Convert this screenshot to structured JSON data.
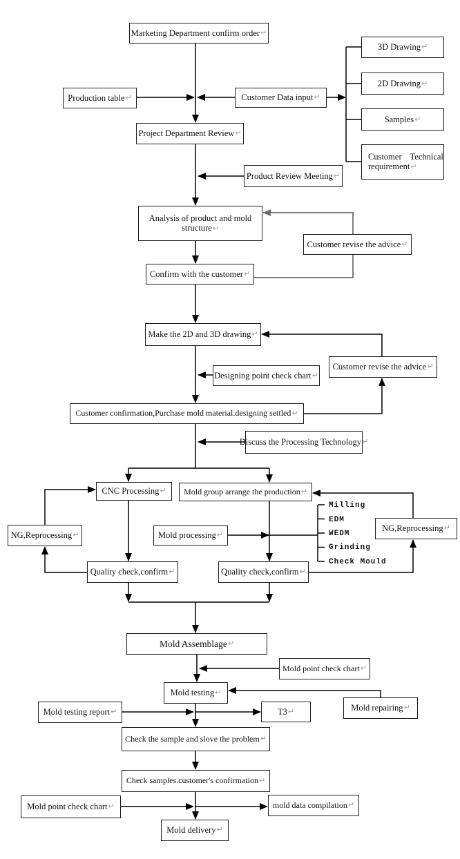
{
  "marks": {
    "return": "↵"
  },
  "colors": {
    "line": "#000000",
    "loop_line": "#808080",
    "box_border": "#1c1c1c",
    "return_mark": "#9a9a9a",
    "background": "#ffffff"
  },
  "nodes": {
    "marketing": {
      "label": "Marketing Department confirm order"
    },
    "production_table": {
      "label": "Production table"
    },
    "customer_data_input": {
      "label": "Customer Data input"
    },
    "drawing_3d": {
      "label": "3D Drawing"
    },
    "drawing_2d": {
      "label": "2D Drawing"
    },
    "samples": {
      "label": "Samples"
    },
    "customer_technical": {
      "line1": "Customer Technical",
      "line2": "requirement"
    },
    "project_review": {
      "label": "Project Department Review"
    },
    "product_review_meeting": {
      "label": "Product Review Meeting"
    },
    "analysis": {
      "line1": "Analysis of product and mold",
      "line2": "structure"
    },
    "customer_revise_1": {
      "label": "Customer revise the advice"
    },
    "confirm_customer": {
      "label": "Confirm with the customer"
    },
    "make_drawing": {
      "label": "Make the 2D and 3D drawing"
    },
    "customer_revise_2": {
      "label": "Customer revise the advice"
    },
    "designing_chart": {
      "label": "Designing point check chart"
    },
    "customer_confirmation": {
      "label": "Customer confirmation,Purchase mold material.designing settled"
    },
    "discuss_tech": {
      "label": "Discuss the Processing Technology"
    },
    "cnc": {
      "label": "CNC Processing"
    },
    "mold_group": {
      "label": "Mold group arrange the production"
    },
    "ng_left": {
      "label": "NG,Reprocessing"
    },
    "mold_processing": {
      "label": "Mold processing"
    },
    "ng_right": {
      "label": "NG,Reprocessing"
    },
    "quality_left": {
      "label": "Quality check,confirm"
    },
    "quality_right": {
      "label": "Quality check,confirm"
    },
    "mold_assemblage": {
      "label": "Mold Assemblage"
    },
    "mold_point_chart1": {
      "label": "Mold point check chart"
    },
    "mold_testing": {
      "label": "Mold testing"
    },
    "mold_repairing": {
      "label": "Mold repairing"
    },
    "mold_testing_report": {
      "label": "Mold testing report"
    },
    "t3": {
      "label": "T3"
    },
    "check_sample": {
      "label": "Check the sample and slove the problem"
    },
    "check_samples_confirm": {
      "label": "Check samples.customer's confirmation"
    },
    "mold_point_chart2": {
      "label": "Mold point check chart"
    },
    "mold_data_compilation": {
      "label": "mold data compilation"
    },
    "mold_delivery": {
      "label": "Mold delivery"
    }
  },
  "process_list": {
    "items": [
      "Milling",
      "EDM",
      "WEDM",
      "Grinding",
      "Check Mould"
    ]
  }
}
